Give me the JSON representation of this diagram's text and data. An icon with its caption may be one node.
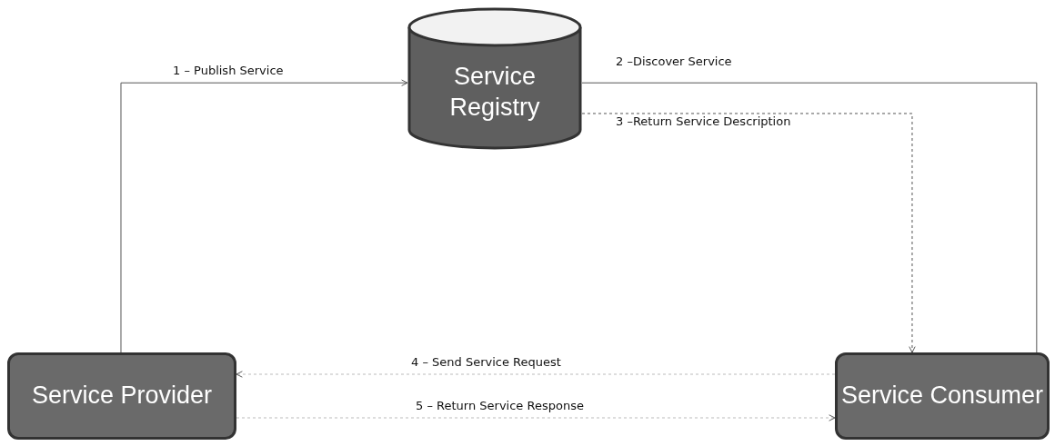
{
  "diagram": {
    "nodes": [
      {
        "text": [
          "Service Registry"
        ]
      },
      {
        "text": [
          "Service Provider"
        ]
      },
      {
        "text": [
          "Service Consumer"
        ]
      }
    ],
    "edges": [
      {
        "from": 1,
        "to": 0,
        "arrow": "to",
        "label": "1 – Publish Service"
      },
      {
        "from": 2,
        "to": 0,
        "arrow": "none",
        "label": "2 –Discover Service"
      },
      {
        "from": 0,
        "to": 2,
        "arrow": "to",
        "style": "dashed",
        "label": "3 –Return Service Description"
      },
      {
        "from": 2,
        "to": 1,
        "arrow": "to",
        "style": "dashed",
        "color": "#bbbbbb",
        "label": "4 – Send Service Request"
      },
      {
        "from": 1,
        "to": 2,
        "arrow": "to",
        "style": "dashed",
        "color": "#bbbbbb",
        "label": "5 – Return Service Response"
      }
    ]
  }
}
